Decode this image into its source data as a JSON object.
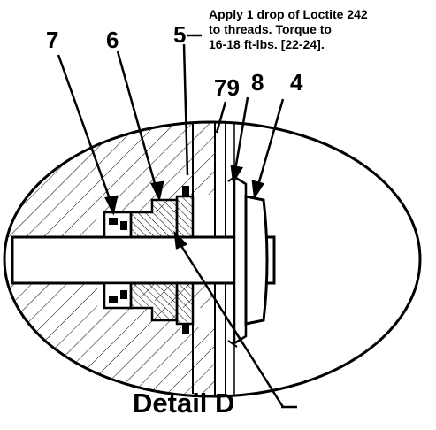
{
  "callouts": {
    "c7": "7",
    "c6": "6",
    "c5": "5",
    "c79": "79",
    "c8": "8",
    "c4": "4"
  },
  "note": {
    "line1": "Apply 1 drop of Loctite 242",
    "line2": "to threads.  Torque to",
    "line3": "16-18 ft-lbs. [22-24]."
  },
  "title": "Detail D"
}
